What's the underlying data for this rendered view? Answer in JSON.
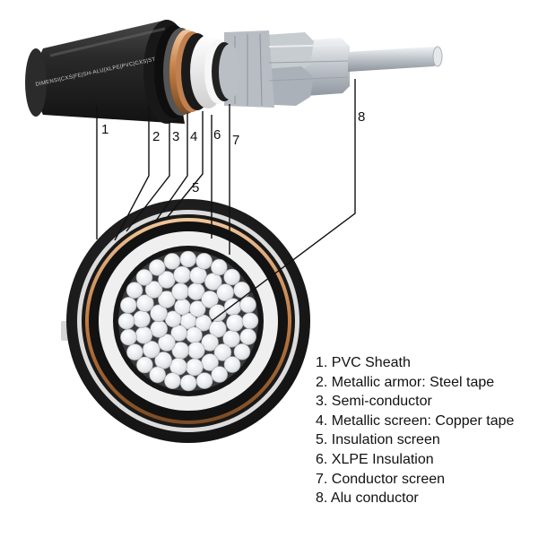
{
  "cable_print": "DIMENSI|CXS|FE|SH-ALU|XLPE|PVC|CXS|STA|PVC-W",
  "callout_numbers": [
    "1",
    "2",
    "3",
    "4",
    "5",
    "6",
    "7",
    "8"
  ],
  "legend": [
    "1. PVC Sheath",
    "2. Metallic armor: Steel tape",
    "3. Semi-conductor",
    "4. Metallic screen: Copper tape",
    "5. Insulation screen",
    "6. XLPE Insulation",
    "7. Conductor screen",
    "8. Alu conductor"
  ],
  "colors": {
    "sheath": "#1f1f1f",
    "copper": "#c98a55",
    "xlpe": "#eeeeee",
    "aluminium": "#d9dde1",
    "leader_line": "#111111"
  }
}
